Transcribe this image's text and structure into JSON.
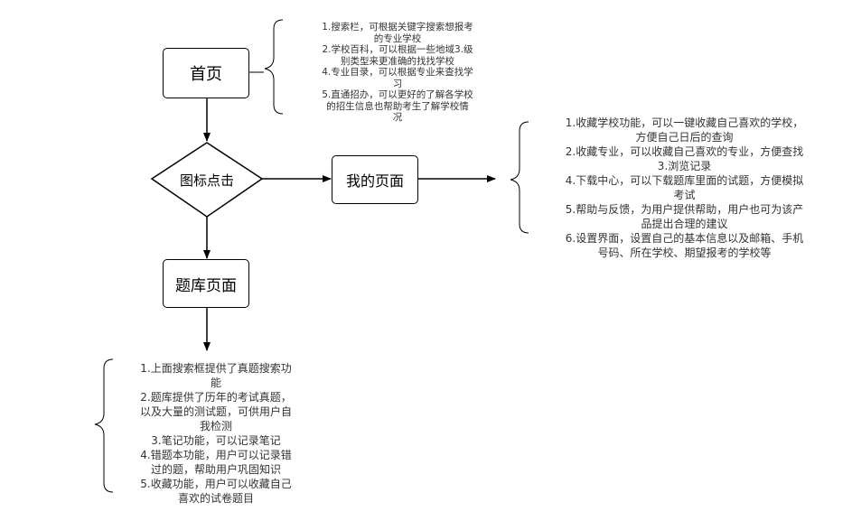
{
  "nodes": {
    "home": "首页",
    "click": "图标点击",
    "mine": "我的页面",
    "bank": "题库页面"
  },
  "notes": {
    "home": [
      "1.搜索栏，可根据关键字搜索想报考",
      "的专业学校",
      "2.学校百科，可以根据一些地域3.级",
      "别类型来更准确的找找学校",
      "4.专业目录，可以根据专业来查找学",
      "习",
      "5.直通招办，可以更好的了解各学校",
      "的招生信息也帮助考生了解学校情",
      "况"
    ],
    "mine": [
      "1.收藏学校功能，可以一键收藏自己喜欢的学校，",
      "方便自己日后的查询",
      "2.收藏专业，可以收藏自己喜欢的专业，方便查找",
      "3.浏览记录",
      "4.下载中心，可以下载题库里面的试题，方便模拟",
      "考试",
      "5.帮助与反馈，为用户提供帮助，用户也可为该产",
      "品提出合理的建议",
      "6.设置界面，设置自己的基本信息以及邮箱、手机",
      "号码、所在学校、期望报考的学校等"
    ],
    "bank": [
      "1.上面搜索框提供了真题搜索功",
      "能",
      "2.题库提供了历年的考试真题，",
      "以及大量的测试题，可供用户自",
      "我检测",
      "3.笔记功能，可以记录笔记",
      "4.错题本功能，用户可以记录错",
      "过的题，帮助用户巩固知识",
      "5.收藏功能，用户可以收藏自己",
      "喜欢的试卷题目"
    ]
  }
}
